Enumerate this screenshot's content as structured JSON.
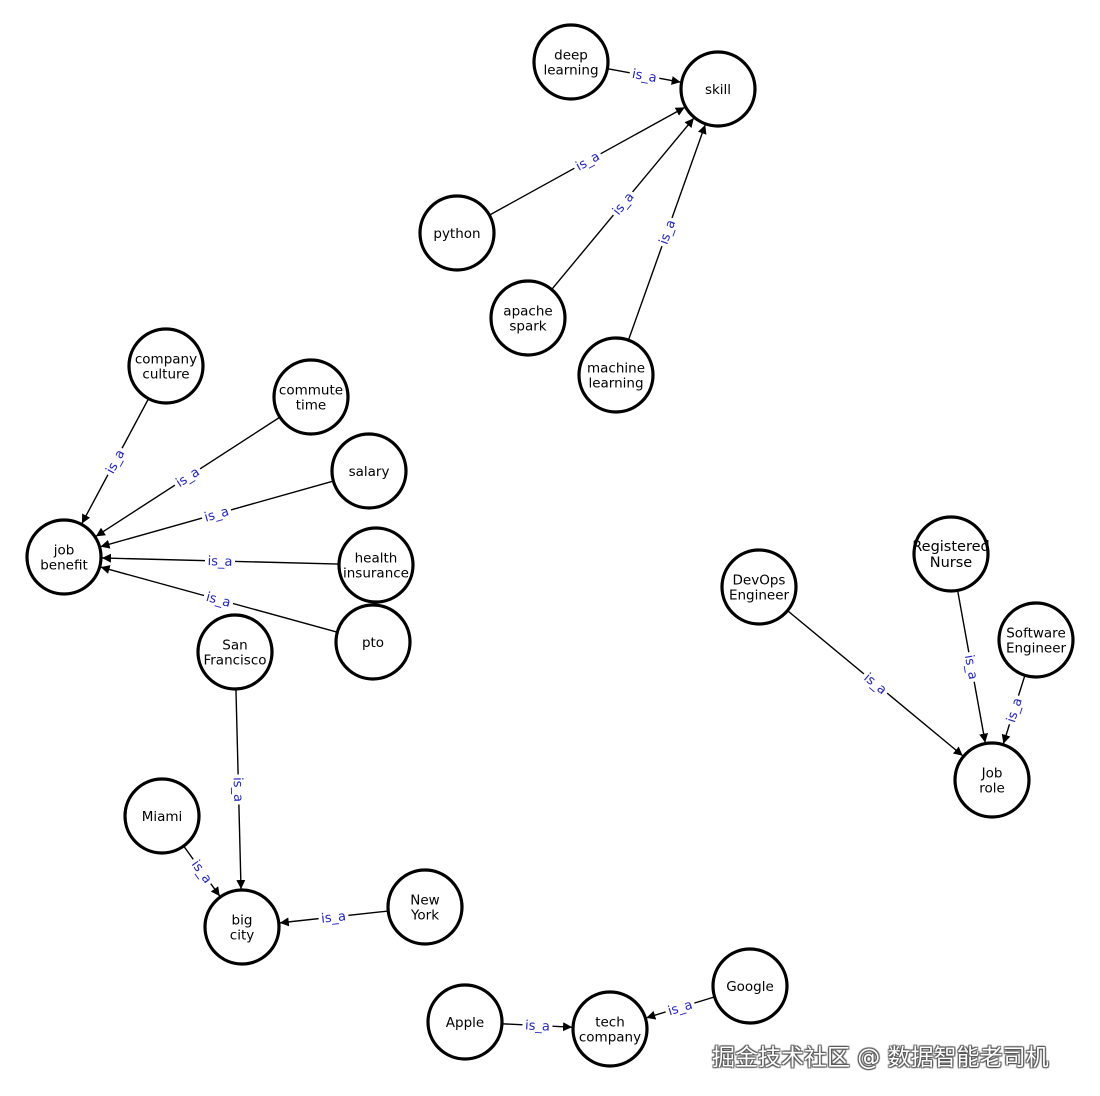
{
  "edge_label_color": "#2222cc",
  "nodes": [
    {
      "id": "skill",
      "label": [
        "skill"
      ]
    },
    {
      "id": "deep_learning",
      "label": [
        "deep",
        "learning"
      ]
    },
    {
      "id": "python",
      "label": [
        "python"
      ]
    },
    {
      "id": "apache_spark",
      "label": [
        "apache",
        "spark"
      ]
    },
    {
      "id": "machine_learning",
      "label": [
        "machine",
        "learning"
      ]
    },
    {
      "id": "job_benefit",
      "label": [
        "job",
        "benefit"
      ]
    },
    {
      "id": "company_culture",
      "label": [
        "company",
        "culture"
      ]
    },
    {
      "id": "commute_time",
      "label": [
        "commute",
        "time"
      ]
    },
    {
      "id": "salary",
      "label": [
        "salary"
      ]
    },
    {
      "id": "health_insurance",
      "label": [
        "health",
        "insurance"
      ]
    },
    {
      "id": "pto",
      "label": [
        "pto"
      ]
    },
    {
      "id": "san_francisco",
      "label": [
        "San",
        "Francisco"
      ]
    },
    {
      "id": "big_city",
      "label": [
        "big",
        "city"
      ]
    },
    {
      "id": "miami",
      "label": [
        "Miami"
      ]
    },
    {
      "id": "new_york",
      "label": [
        "New",
        "York"
      ]
    },
    {
      "id": "tech_company",
      "label": [
        "tech",
        "company"
      ]
    },
    {
      "id": "apple",
      "label": [
        "Apple"
      ]
    },
    {
      "id": "google",
      "label": [
        "Google"
      ]
    },
    {
      "id": "job_role",
      "label": [
        "Job",
        "role"
      ]
    },
    {
      "id": "devops_engineer",
      "label": [
        "DevOps",
        "Engineer"
      ]
    },
    {
      "id": "registered_nurse",
      "label": [
        "Registered",
        "Nurse"
      ]
    },
    {
      "id": "software_engineer",
      "label": [
        "Software",
        "Engineer"
      ]
    }
  ],
  "edges": [
    {
      "from": "deep_learning",
      "to": "skill",
      "label": "is_a"
    },
    {
      "from": "python",
      "to": "skill",
      "label": "is_a"
    },
    {
      "from": "apache_spark",
      "to": "skill",
      "label": "is_a"
    },
    {
      "from": "machine_learning",
      "to": "skill",
      "label": "is_a"
    },
    {
      "from": "company_culture",
      "to": "job_benefit",
      "label": "is_a"
    },
    {
      "from": "commute_time",
      "to": "job_benefit",
      "label": "is_a"
    },
    {
      "from": "salary",
      "to": "job_benefit",
      "label": "is_a"
    },
    {
      "from": "health_insurance",
      "to": "job_benefit",
      "label": "is_a"
    },
    {
      "from": "pto",
      "to": "job_benefit",
      "label": "is_a"
    },
    {
      "from": "san_francisco",
      "to": "big_city",
      "label": "is_a"
    },
    {
      "from": "miami",
      "to": "big_city",
      "label": "is_a"
    },
    {
      "from": "new_york",
      "to": "big_city",
      "label": "is_a"
    },
    {
      "from": "apple",
      "to": "tech_company",
      "label": "is_a"
    },
    {
      "from": "google",
      "to": "tech_company",
      "label": "is_a"
    },
    {
      "from": "devops_engineer",
      "to": "job_role",
      "label": "is_a"
    },
    {
      "from": "registered_nurse",
      "to": "job_role",
      "label": "is_a"
    },
    {
      "from": "software_engineer",
      "to": "job_role",
      "label": "is_a"
    }
  ],
  "watermark": "掘金技术社区 @ 数据智能老司机"
}
